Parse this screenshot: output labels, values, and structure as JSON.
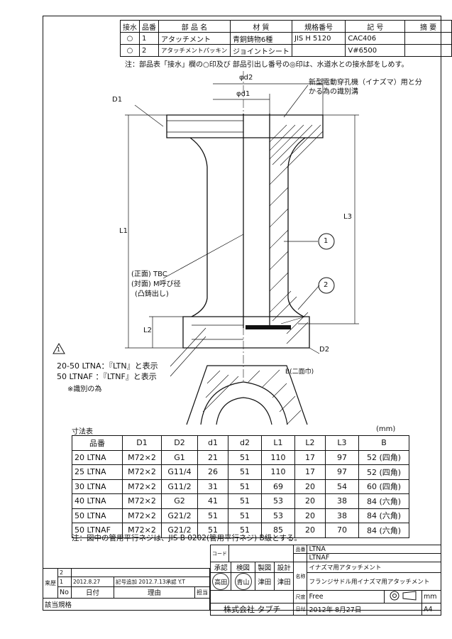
{
  "parts_table": {
    "headers": [
      "接水",
      "品番",
      "部 品 名",
      "材 質",
      "規格番号",
      "記 号",
      "摘 要"
    ],
    "rows": [
      {
        "mark": "○",
        "no": "1",
        "name": "アタッチメント",
        "material": "青銅鋳物6種",
        "standard": "JIS H 5120",
        "symbol": "CAC406",
        "note": ""
      },
      {
        "mark": "○",
        "no": "2",
        "name": "アタッチメントパッキン",
        "material": "ジョイントシート",
        "standard": "",
        "symbol": "V#6500",
        "note": ""
      }
    ]
  },
  "parts_note": "注：部品表「接水」欄の○印及び 部品引出し番号の◎印は、水道水との接水部をしめす。",
  "drawing": {
    "phi_d2": "φd2",
    "phi_d1": "φd1",
    "d1_label": "D1",
    "d2_label": "D2",
    "l1_label": "L1",
    "l2_label": "L2",
    "l3_label": "L3",
    "b_label": "B(二面巾)",
    "callout_note": "新型電動穿孔機（イナズマ）用と分かる為の識別溝",
    "balloon_1": "1",
    "balloon_2": "2",
    "thread_note_1": "(正面) TBC",
    "thread_note_2": "(対面) M呼び径",
    "thread_note_3": "(凸鋳出し)",
    "revision_mark": "1",
    "mark_note_1": "20-50 LTNA：『LTN』と表示",
    "mark_note_2": "50 LTNAF ：『LTNF』と表示",
    "mark_note_3": "※識別の為"
  },
  "dim_table": {
    "title": "寸法表",
    "unit": "(mm)",
    "headers": [
      "品番",
      "D1",
      "D2",
      "d1",
      "d2",
      "L1",
      "L2",
      "L3",
      "B"
    ],
    "rows": [
      [
        "20 LTNA",
        "M72×2",
        "G1",
        "21",
        "51",
        "110",
        "17",
        "97",
        "52 (四角)"
      ],
      [
        "25 LTNA",
        "M72×2",
        "G11/4",
        "26",
        "51",
        "110",
        "17",
        "97",
        "52 (四角)"
      ],
      [
        "30 LTNA",
        "M72×2",
        "G11/2",
        "31",
        "51",
        "69",
        "20",
        "54",
        "60 (四角)"
      ],
      [
        "40 LTNA",
        "M72×2",
        "G2",
        "41",
        "51",
        "53",
        "20",
        "38",
        "84 (六角)"
      ],
      [
        "50 LTNA",
        "M72×2",
        "G21/2",
        "51",
        "51",
        "53",
        "20",
        "38",
        "84 (六角)"
      ],
      [
        "50 LTNAF",
        "M72×2",
        "G21/2",
        "51",
        "51",
        "85",
        "20",
        "70",
        "84 (六角)"
      ]
    ],
    "footnote": "注：図中の管用平行ネジは、JIS B 0202(管用平行ネジ) B級とする。"
  },
  "title_block": {
    "code_label": "コード",
    "part_no_label": "品番",
    "part_nos": [
      "LTNA",
      "LTNAF"
    ],
    "name_label": "名称",
    "names": [
      "イナズマ用アタッチメント",
      "フランジサドル用イナズマ用アタッチメント"
    ],
    "approve": "承認",
    "inspect": "検図",
    "draft": "製図",
    "design": "設計",
    "stamp_1": "高田",
    "stamp_2": "青山",
    "drafter": "津田",
    "designer": "津田",
    "scale_label": "尺度",
    "scale": "Free",
    "unit": "mm",
    "date_label": "日付",
    "date": "2012年 8月27日",
    "size": "A4",
    "company": "株式会社 タブチ"
  },
  "revision_block": {
    "header": "来歴",
    "rows": [
      {
        "mark": "2",
        "date": "",
        "text": ""
      },
      {
        "mark": "1",
        "date": "2012.8.27",
        "text": "記号追加 2012.7.13承認 Y.T"
      }
    ],
    "no_label": "No",
    "date_label": "日付",
    "reason_label": "理由",
    "sign_label": "担当",
    "applicable": "該当規格"
  }
}
